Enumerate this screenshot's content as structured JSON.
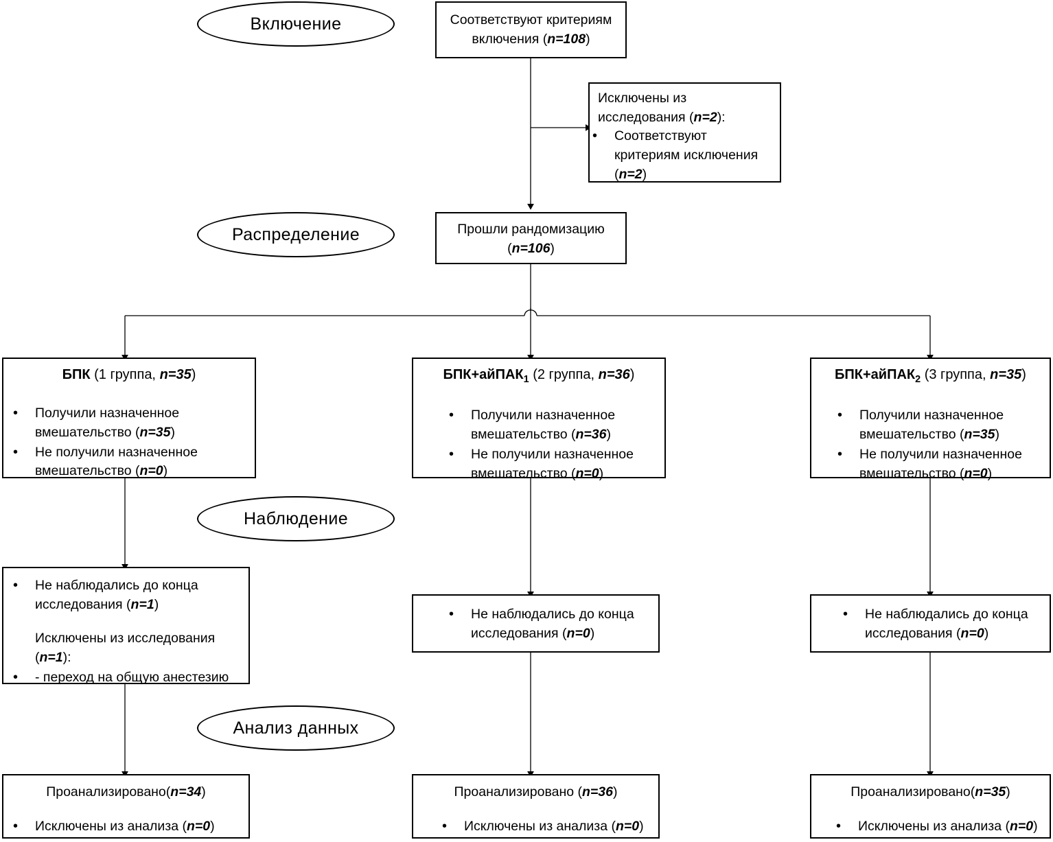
{
  "diagram": {
    "title": "CONSORT flow diagram",
    "stroke_color": "#000000",
    "background_color": "#ffffff"
  },
  "stages": [
    {
      "id": "enrollment",
      "label": "Включение"
    },
    {
      "id": "allocation",
      "label": "Распределение"
    },
    {
      "id": "followup",
      "label": "Наблюдение"
    },
    {
      "id": "analysis",
      "label": "Анализ данных"
    }
  ],
  "nodes": {
    "eligible": {
      "line1": "Соответствуют критериям",
      "line2_prefix": "включения (",
      "line2_n": "n=108",
      "line2_suffix": ")"
    },
    "excluded": {
      "line1": "Исключены из",
      "line2_prefix": "исследования (",
      "line2_n": "n=2",
      "line2_suffix": "):",
      "bullet1_a": "Соответствуют",
      "bullet1_b": "критериям исключения",
      "bullet1_c_prefix": "(",
      "bullet1_c_n": "n=2",
      "bullet1_c_suffix": ")"
    },
    "randomized": {
      "line1": "Прошли рандомизацию",
      "line2_prefix": "(",
      "line2_n": "n=106",
      "line2_suffix": ")"
    },
    "group1": {
      "name": "БПК",
      "subscript": "",
      "header_prefix": " (1 группа, ",
      "header_n": "n=35",
      "header_suffix": ")",
      "bullets": [
        {
          "text": "Получили назначенное вмешательство (",
          "n": "n=35",
          "suffix": ")"
        },
        {
          "text": "Не получили назначенное вмешательство (",
          "n": "n=0",
          "suffix": ")"
        }
      ]
    },
    "group2": {
      "name": "БПК+айПАК",
      "subscript": "1",
      "header_prefix": " (2 группа, ",
      "header_n": "n=36",
      "header_suffix": ")",
      "bullets": [
        {
          "text": "Получили назначенное вмешательство (",
          "n": "n=36",
          "suffix": ")"
        },
        {
          "text": "Не получили назначенное вмешательство (",
          "n": "n=0",
          "suffix": ")"
        }
      ]
    },
    "group3": {
      "name": "БПК+айПАК",
      "subscript": "2",
      "header_prefix": " (3 группа, ",
      "header_n": "n=35",
      "header_suffix": ")",
      "bullets": [
        {
          "text": "Получили назначенное вмешательство (",
          "n": "n=35",
          "suffix": ")"
        },
        {
          "text": "Не получили назначенное вмешательство (",
          "n": "n=0",
          "suffix": ")"
        }
      ]
    },
    "followup1": {
      "b1_a": "Не наблюдались до конца",
      "b1_b_prefix": "исследования (",
      "b1_b_n": "n=1",
      "b1_b_suffix": ")",
      "p_a": "Исключены из исследования",
      "p_b_prefix": "(",
      "p_b_n": "n=1",
      "p_b_suffix": "):",
      "b2": "- переход на общую анестезию"
    },
    "followup2": {
      "b1_a": "Не наблюдались до конца",
      "b1_b_prefix": "исследования (",
      "b1_b_n": "n=0",
      "b1_b_suffix": ")"
    },
    "followup3": {
      "b1_a": "Не наблюдались до конца",
      "b1_b_prefix": "исследования (",
      "b1_b_n": "n=0",
      "b1_b_suffix": ")"
    },
    "analysis1": {
      "line1_prefix": "Проанализировано(",
      "line1_n": "n=34",
      "line1_suffix": ")",
      "bullet_prefix": "Исключены из анализа (",
      "bullet_n": "n=0",
      "bullet_suffix": ")"
    },
    "analysis2": {
      "line1_prefix": "Проанализировано (",
      "line1_n": "n=36",
      "line1_suffix": ")",
      "bullet_prefix": "Исключены из анализа (",
      "bullet_n": "n=0",
      "bullet_suffix": ")"
    },
    "analysis3": {
      "line1_prefix": "Проанализировано(",
      "line1_n": "n=35",
      "line1_suffix": ")",
      "bullet_prefix": "Исключены из анализа (",
      "bullet_n": "n=0",
      "bullet_suffix": ")"
    }
  }
}
